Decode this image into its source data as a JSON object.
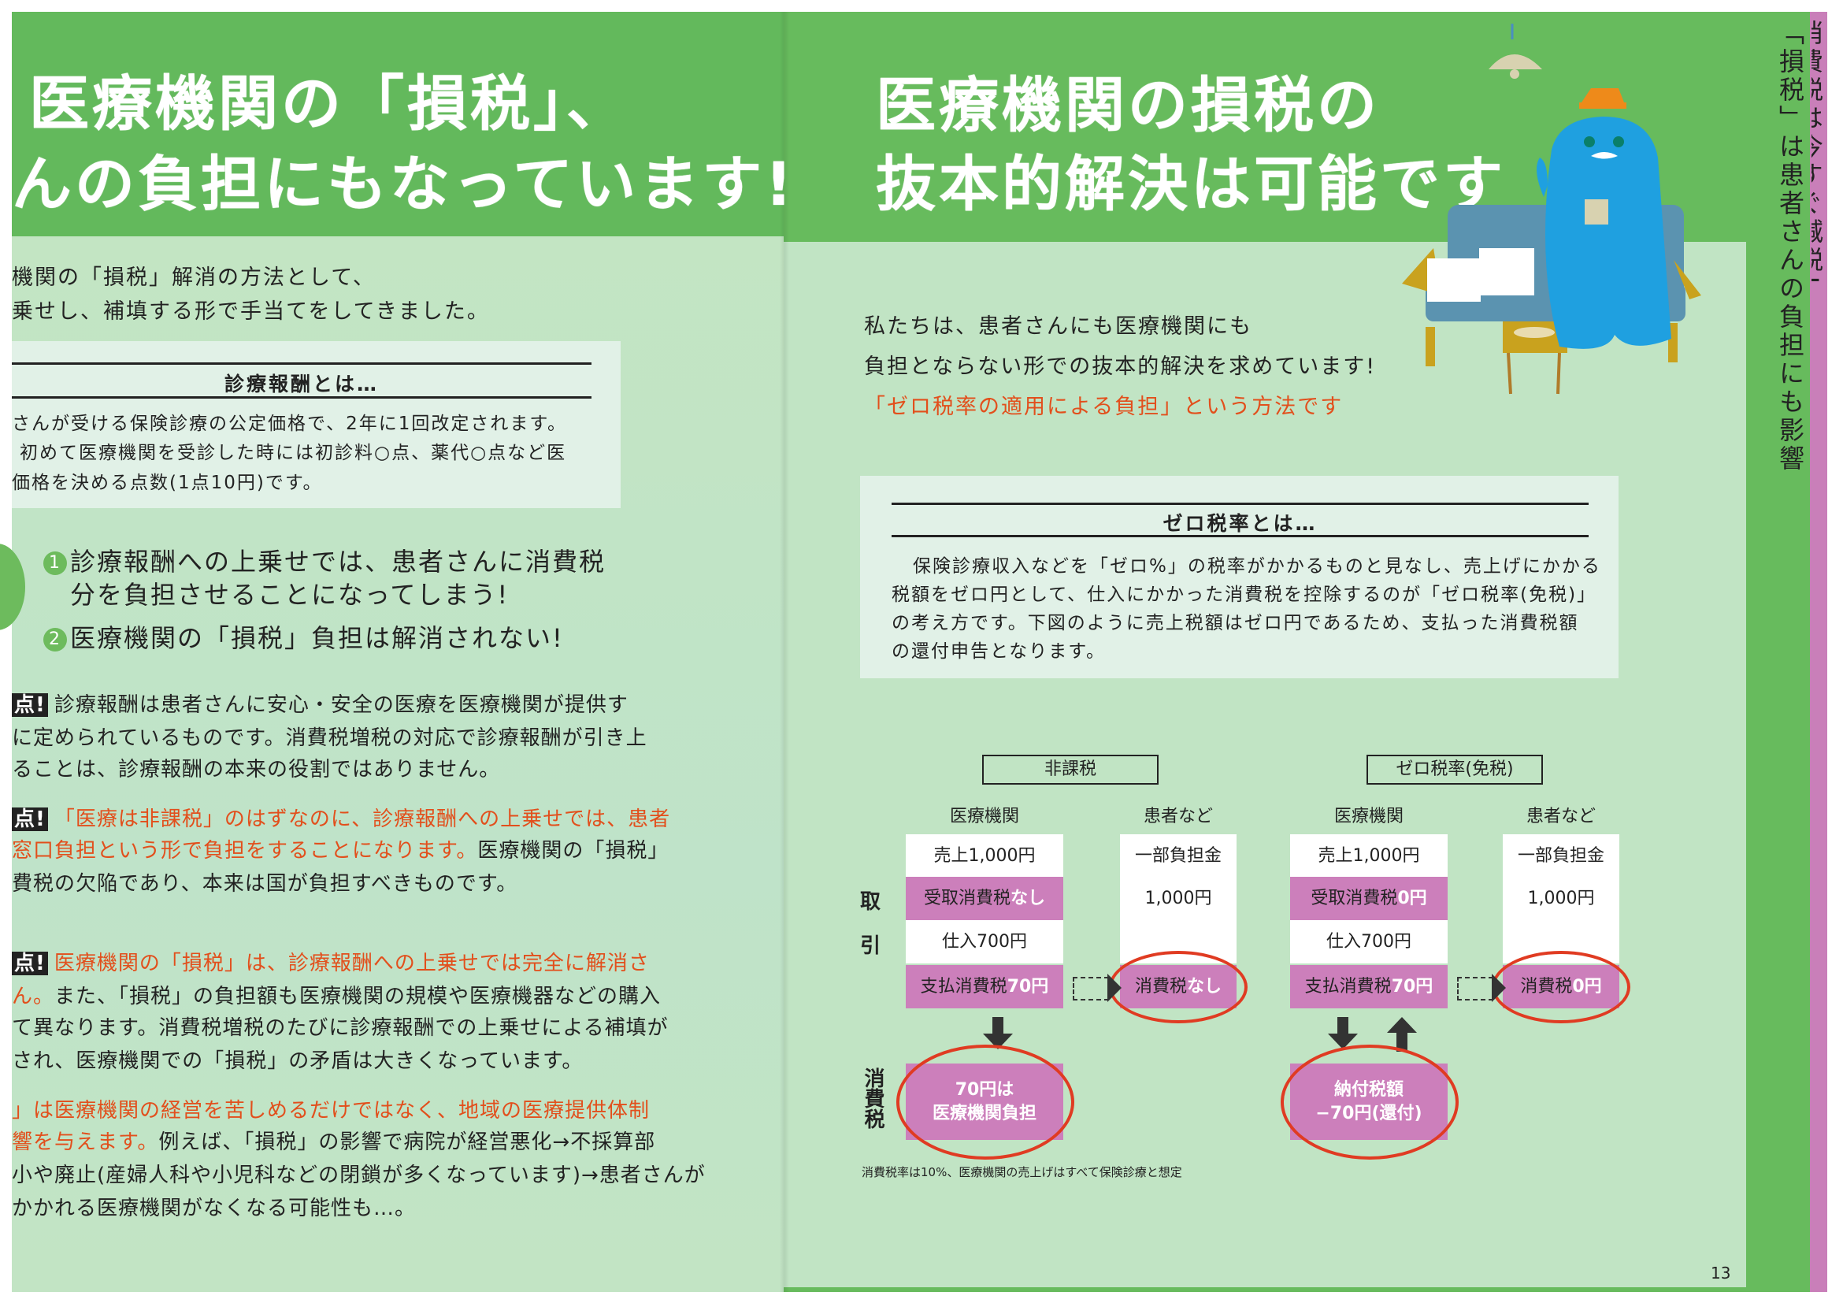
{
  "left_page": {
    "headline": [
      "医療機関の「損税」、",
      "んの負担にもなっています!"
    ],
    "intro": [
      "機関の「損税」解消の方法として、",
      "乗せし、補填する形で手当てをしてきました。"
    ],
    "definition_box": {
      "title": "診療報酬とは…",
      "lines": [
        "さんが受ける保険診療の公定価格で、2年に1回改定されます。",
        "初めて医療機関を受診した時には初診料○点、薬代○点など医",
        "価格を決める点数(1点10円)です。"
      ]
    },
    "bullets": [
      {
        "num": "1",
        "lines": [
          "診療報酬への上乗せでは、患者さんに消費税",
          "分を負担させることになってしまう!"
        ]
      },
      {
        "num": "2",
        "lines": [
          "医療機関の「損税」負担は解消されない!"
        ]
      }
    ],
    "points": [
      {
        "mark": "点!",
        "lines": [
          [
            {
              "t": "診療報酬は患者さんに安心・安全の医療を医療機関が提供す",
              "o": false
            }
          ],
          [
            {
              "t": "に定められているものです。消費税増税の対応で診療報酬が引き上",
              "o": false
            }
          ],
          [
            {
              "t": "ることは、診療報酬の本来の役割ではありません。",
              "o": false
            }
          ]
        ]
      },
      {
        "mark": "点!",
        "lines": [
          [
            {
              "t": "「医療は非課税」のはずなのに、診療報酬への上乗せでは、患者",
              "o": true
            }
          ],
          [
            {
              "t": "窓口負担という形で負担をすることになります。",
              "o": true
            },
            {
              "t": "医療機関の「損税」",
              "o": false
            }
          ],
          [
            {
              "t": "費税の欠陥であり、本来は国が負担すべきものです。",
              "o": false
            }
          ]
        ]
      },
      {
        "mark": "点!",
        "lines": [
          [
            {
              "t": "医療機関の「損税」は、診療報酬への上乗せでは完全に解消さ",
              "o": true
            }
          ],
          [
            {
              "t": "ん。",
              "o": true
            },
            {
              "t": "また、「損税」の負担額も医療機関の規模や医療機器などの購入",
              "o": false
            }
          ],
          [
            {
              "t": "て異なります。消費税増税のたびに診療報酬での上乗せによる補填が",
              "o": false
            }
          ],
          [
            {
              "t": "され、医療機関での「損税」の矛盾は大きくなっています。",
              "o": false
            }
          ]
        ]
      },
      {
        "mark": "",
        "lines": [
          [
            {
              "t": "」は医療機関の経営を苦しめるだけではなく、地域の医療提供体制",
              "o": true
            }
          ],
          [
            {
              "t": "響を与えます。",
              "o": true
            },
            {
              "t": "例えば、「損税」の影響で病院が経営悪化→不採算部",
              "o": false
            }
          ],
          [
            {
              "t": "小や廃止(産婦人科や小児科などの閉鎖が多くなっています)→患者さんが",
              "o": false
            }
          ],
          [
            {
              "t": "かかれる医療機関がなくなる可能性も…。",
              "o": false
            }
          ]
        ]
      }
    ]
  },
  "right_page": {
    "headline": [
      "医療機関の損税の",
      "抜本的解決は可能です"
    ],
    "intro": [
      "私たちは、患者さんにも医療機関にも",
      "負担とならない形での抜本的解決を求めています!"
    ],
    "intro_highlight": "「ゼロ税率の適用による負担」という方法です",
    "definition_box": {
      "title": "ゼロ税率とは…",
      "lines": [
        "保険診療収入などを「ゼロ%」の税率がかかるものと見なし、売上げにかかる",
        "税額をゼロ円として、仕入にかかった消費税を控除するのが「ゼロ税率(免税)」",
        "の考え方です。下図のように売上税額はゼロ円であるため、支払った消費税額",
        "の還付申告となります。"
      ]
    },
    "diagram": {
      "side_labels": {
        "transaction": [
          "取",
          "引"
        ],
        "tax": "消費税"
      },
      "panels": [
        {
          "label": "非課税",
          "institution": {
            "header": "医療機関",
            "cells": [
              {
                "text": "売上1,000円",
                "hl": ""
              },
              {
                "text": "受取消費税",
                "hl": "なし"
              },
              {
                "text": "仕入700円",
                "hl": ""
              },
              {
                "text": "支払消費税",
                "hl": "70円"
              }
            ]
          },
          "patient": {
            "header": "患者など",
            "cells": [
              "一部負担金",
              "1,000円",
              ""
            ],
            "tax": {
              "text": "消費税",
              "hl": "なし"
            }
          },
          "result": [
            "70円は",
            "医療機関負担"
          ]
        },
        {
          "label": "ゼロ税率(免税)",
          "institution": {
            "header": "医療機関",
            "cells": [
              {
                "text": "売上1,000円",
                "hl": ""
              },
              {
                "text": "受取消費税",
                "hl": "0円"
              },
              {
                "text": "仕入700円",
                "hl": ""
              },
              {
                "text": "支払消費税",
                "hl": "70円"
              }
            ]
          },
          "patient": {
            "header": "患者など",
            "cells": [
              "一部負担金",
              "1,000円",
              ""
            ],
            "tax": {
              "text": "消費税",
              "hl": "0円"
            }
          },
          "result": [
            "納付税額",
            "−70円(還付)"
          ]
        }
      ],
      "footnote": "消費税率は10%、医療機関の売上げはすべて保険診療と想定"
    },
    "page_number": "13",
    "side_title": "「損税」は患者さんの負担にも影響",
    "side_title_next": "消費税は今すぐ減税!"
  },
  "colors": {
    "header_green": "#63b95c",
    "content_green": "#c3e5c3",
    "pink": "#cc7fbb",
    "orange": "#e24f1c",
    "red_circle": "#e03b22"
  }
}
